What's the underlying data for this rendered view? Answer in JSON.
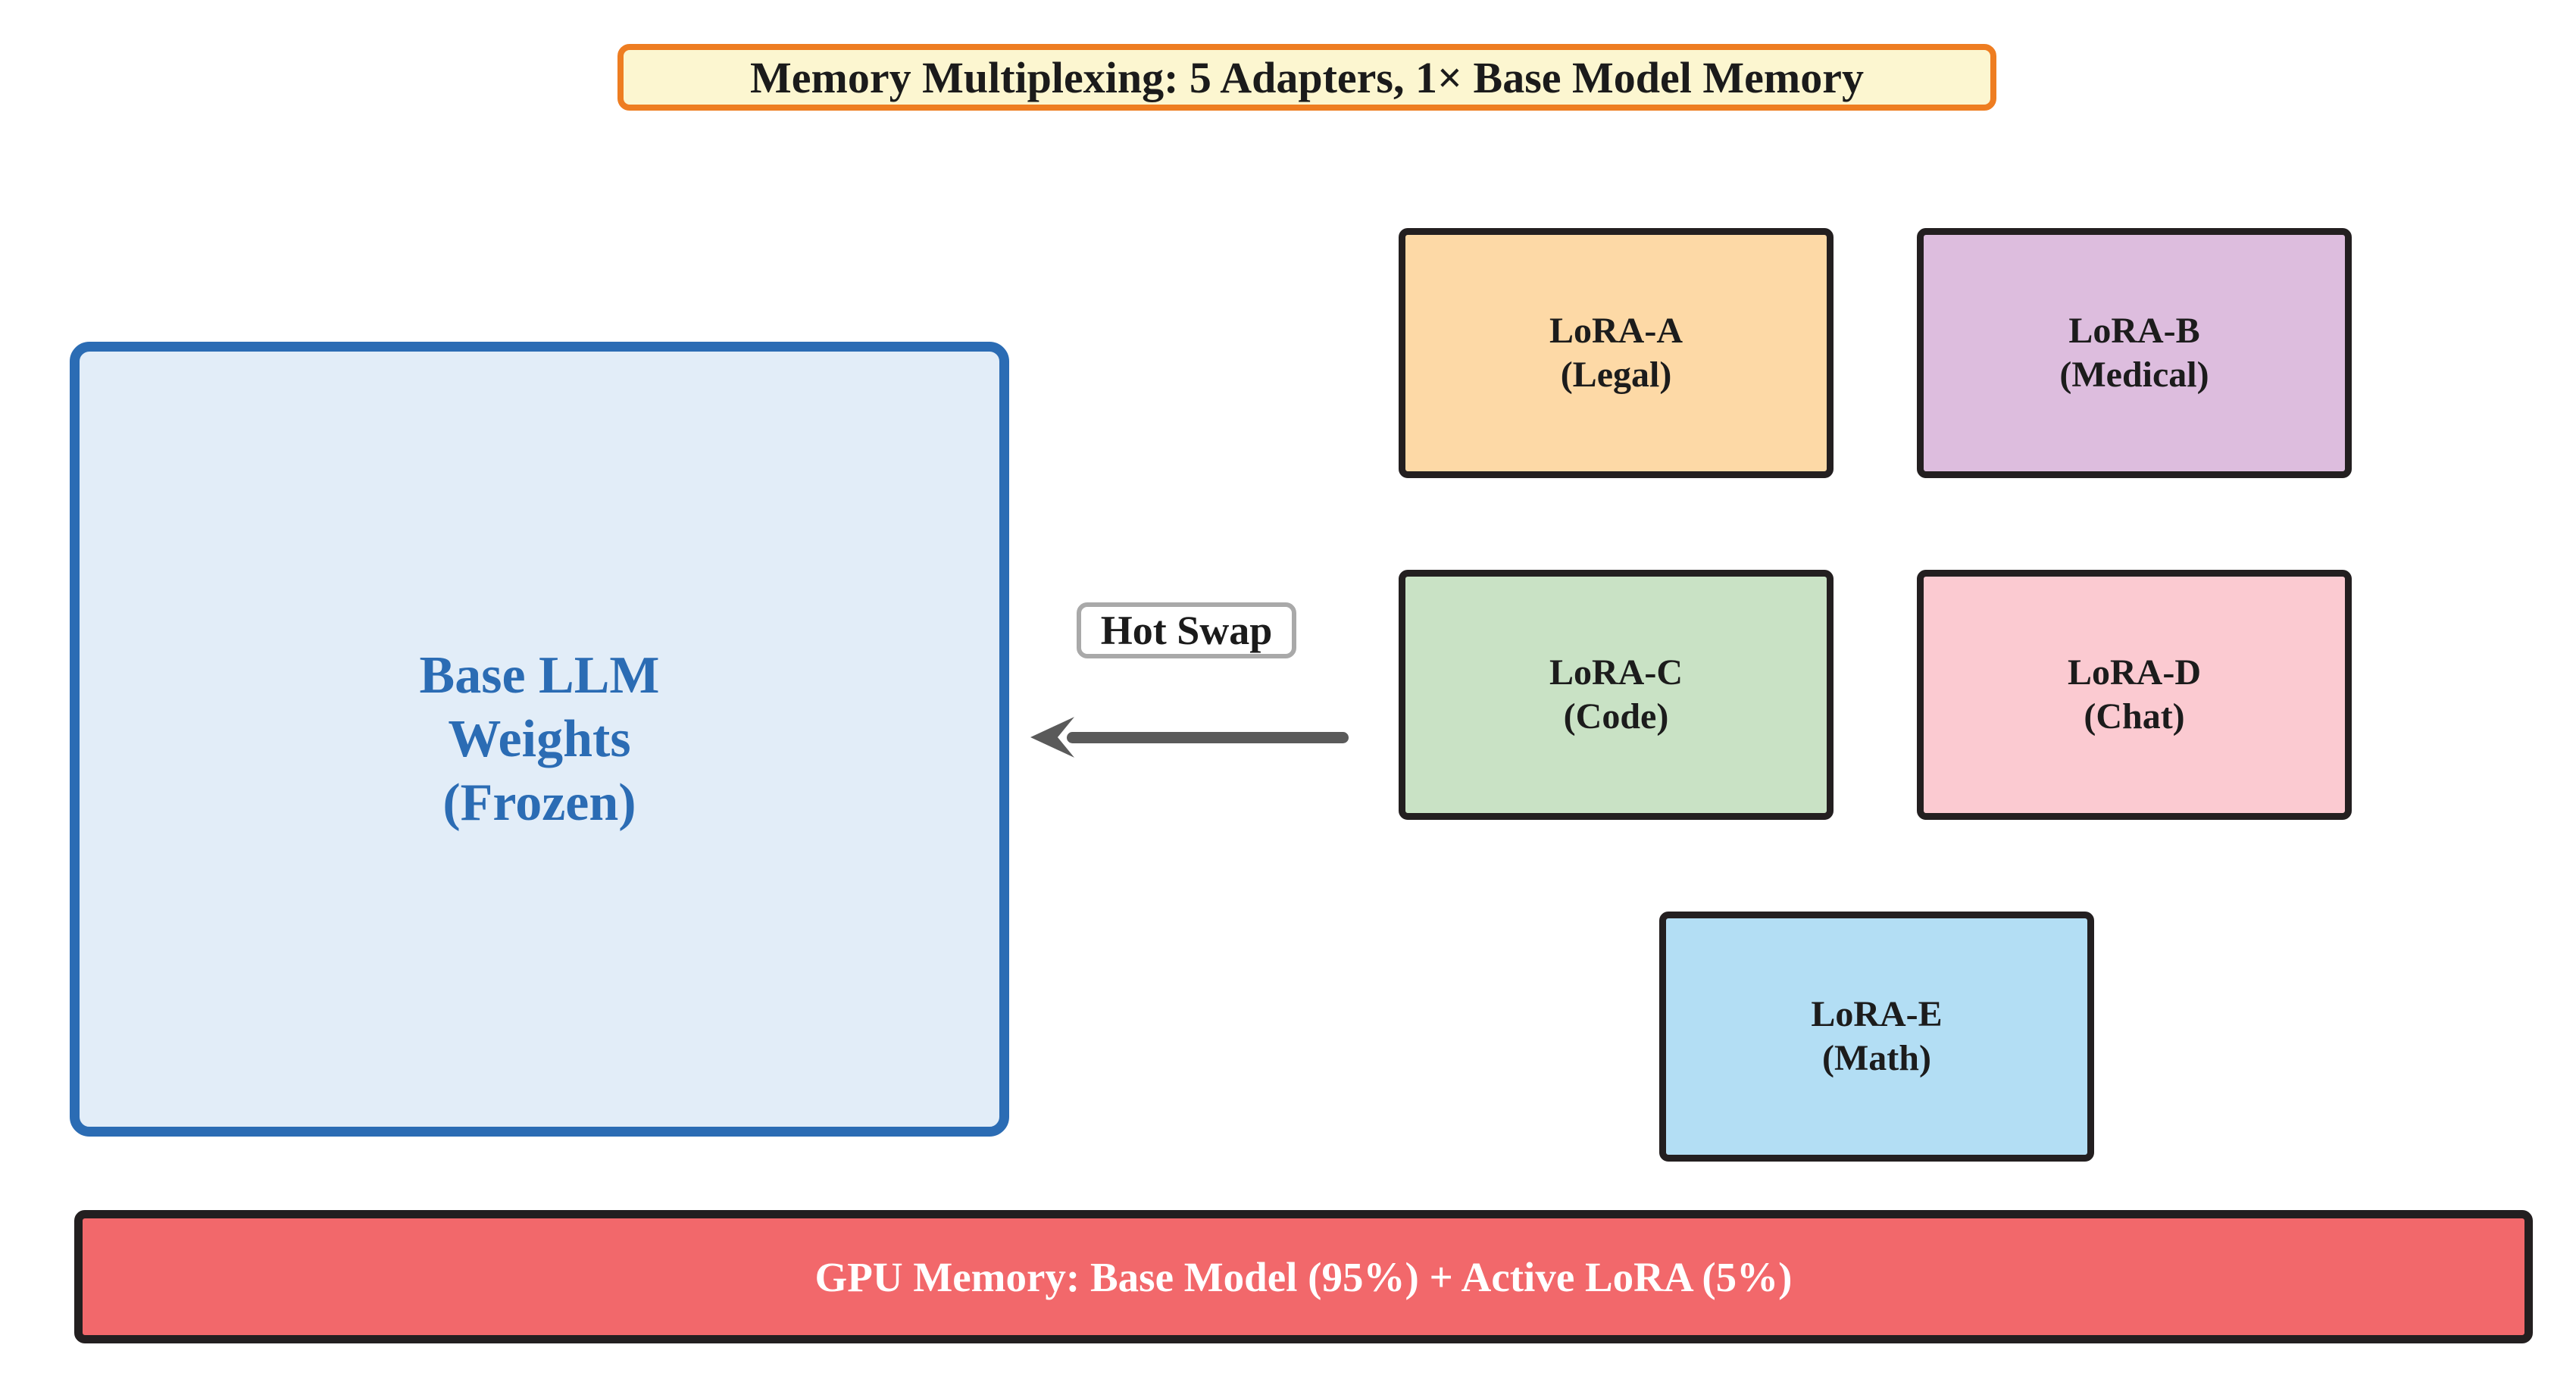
{
  "title": {
    "label": "Memory Multiplexing: 5 Adapters, 1× Base Model Memory",
    "fill": "#fcf6d0",
    "border_color": "#ee7d21",
    "text_color": "#1b1b1b"
  },
  "base_model": {
    "lines": [
      "Base LLM",
      "Weights",
      "(Frozen)"
    ],
    "fill": "#e2edf8",
    "border_color": "#2b6cb4",
    "text_color": "#2b6cb4"
  },
  "adapters": [
    {
      "name": "LoRA-A",
      "domain": "(Legal)",
      "fill": "#fdd9a6"
    },
    {
      "name": "LoRA-B",
      "domain": "(Medical)",
      "fill": "#ddbdde"
    },
    {
      "name": "LoRA-C",
      "domain": "(Code)",
      "fill": "#c9e2c5"
    },
    {
      "name": "LoRA-D",
      "domain": "(Chat)",
      "fill": "#fbcad1"
    },
    {
      "name": "LoRA-E",
      "domain": "(Math)",
      "fill": "#b3def4"
    }
  ],
  "hot_swap": {
    "label": "Hot Swap",
    "fill": "#ffffff",
    "border_color": "#a9a9a9",
    "text_color": "#1b1b1b"
  },
  "arrow": {
    "direction": "left",
    "color": "#5a5a5a"
  },
  "gpu_memory": {
    "label": "GPU Memory: Base Model (95%) + Active LoRA (5%)",
    "fill": "#f2686b",
    "border_color": "#231f20",
    "text_color": "#ffffff"
  }
}
